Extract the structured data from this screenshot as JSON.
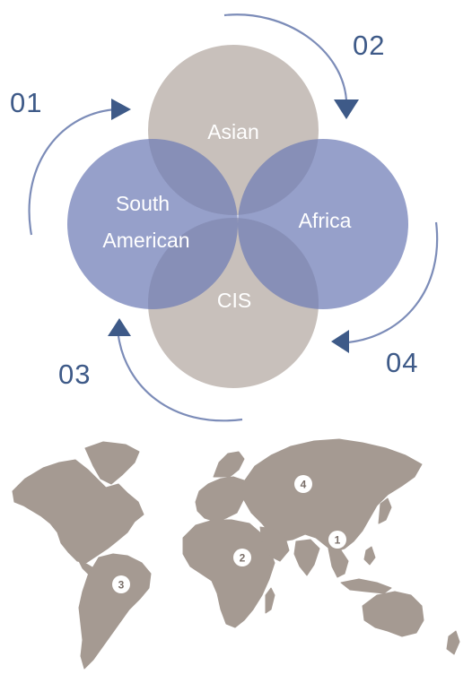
{
  "diagram": {
    "circles": [
      {
        "id": "top",
        "label": "Asian",
        "color": "#B8AEA8"
      },
      {
        "id": "left",
        "label_line1": "South",
        "label_line2": "American",
        "color": "#6E7BB6"
      },
      {
        "id": "right",
        "label": "Africa",
        "color": "#6E7BB6"
      },
      {
        "id": "bottom",
        "label": "CIS",
        "color": "#B8AEA8"
      }
    ],
    "steps": [
      {
        "number": "01"
      },
      {
        "number": "02"
      },
      {
        "number": "03"
      },
      {
        "number": "04"
      }
    ]
  },
  "map": {
    "markers": [
      {
        "label": "1"
      },
      {
        "label": "2"
      },
      {
        "label": "3"
      },
      {
        "label": "4"
      }
    ]
  },
  "colors": {
    "accent": "#3E5A88",
    "arrow": "#7C8CB8",
    "blue_circle": "#6E7BB6",
    "gray_circle": "#B8AEA8",
    "map_fill": "#A59A92",
    "marker_fill": "#FFFFFF",
    "marker_text": "#7A6F69",
    "label_text": "#FFFFFF"
  }
}
